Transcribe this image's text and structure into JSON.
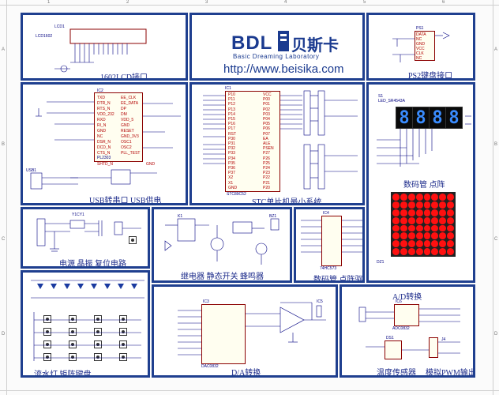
{
  "logo": {
    "brand_latin": "BDL",
    "brand_cn": "贝斯卡",
    "tagline": "Basic Dreaming Laboratory",
    "url": "http://www.beisika.com"
  },
  "sections": {
    "lcd": "1602LCD接口",
    "ps2": "PS2键盘接口",
    "usb": "USB转串口 USB供电",
    "stc": "STC单片机最小系统",
    "seg_matrix": "数码管 点阵",
    "power": "电源 晶振 复位电路",
    "relay": "继电器 静态开关 蜂鸣器",
    "seg_driver": "数码管 点阵驱动",
    "leds_keys": "流水灯 矩阵键盘",
    "da": "D/A转换",
    "ad": "A/D转换",
    "temp": "温度传感器",
    "pwm": "模拟PWM输出"
  },
  "parts": {
    "lcd_ref": "LCD1",
    "lcd_model": "LCD1602",
    "ps2_ref": "PS1",
    "ps2_pins": [
      "DATA",
      "NC",
      "GND",
      "VCC",
      "CLK",
      "NC"
    ],
    "usb_ref": "IC2",
    "usb_model": "PL2303",
    "usb_pins": [
      "TXD",
      "DTR_N",
      "RTS_N",
      "VDD_232",
      "RXD",
      "RI_N",
      "GND",
      "NC",
      "DSR_N",
      "DCD_N",
      "CTS_N",
      "SHTD_N",
      "EE_CLK",
      "EE_DATA",
      "DP",
      "DM",
      "VDD_5",
      "GND",
      "RESET",
      "GND_3V3",
      "OSC1",
      "OSC2",
      "PLL_TEST",
      "GND"
    ],
    "usb_conn": "USB1",
    "stc_ref": "IC1",
    "stc_model": "STC89C52",
    "stc_left_pins": [
      "P10",
      "P11",
      "P12",
      "P13",
      "P14",
      "P15",
      "P16",
      "P17",
      "RST",
      "P30",
      "P31",
      "P32",
      "P33",
      "P34",
      "P35",
      "P36",
      "P37",
      "X2",
      "X1",
      "GND"
    ],
    "stc_right_pins": [
      "VCC",
      "P00",
      "P01",
      "P02",
      "P03",
      "P04",
      "P05",
      "P06",
      "P07",
      "EA",
      "ALE",
      "PSEN",
      "P27",
      "P26",
      "P25",
      "P24",
      "P23",
      "P22",
      "P21",
      "P20"
    ],
    "seg_ref": "S1",
    "seg_model": "LED_SR4543A",
    "seg_digits": [
      "8",
      "8",
      "8",
      "8"
    ],
    "dot_ref": "DZ1",
    "driver_ref": "IC4",
    "driver_model": "74HC573",
    "relay_ref": "K1",
    "buzzer_ref": "BZ1",
    "power_ref": "Y1",
    "crystal": "Y1CY1",
    "da_ref": "IC3",
    "da_model": "DAC0832",
    "opamp_ref": "IC5",
    "ad_ref": "IC6",
    "ad_model": "ADC0832",
    "temp_ref": "DS1",
    "pwm_ref": "J4"
  },
  "ruler": {
    "top": [
      "1",
      "2",
      "3",
      "4",
      "5",
      "6"
    ],
    "side": [
      "A",
      "B",
      "C",
      "D"
    ]
  }
}
